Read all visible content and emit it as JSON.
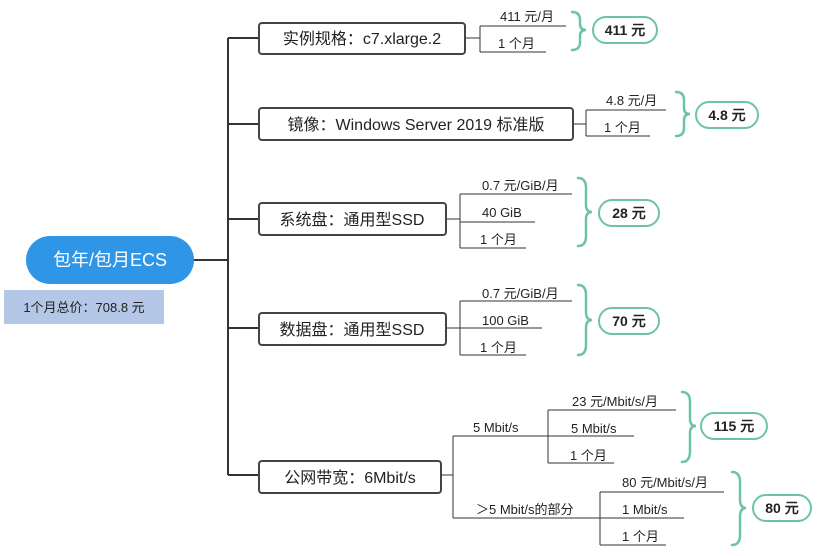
{
  "root": {
    "label": "包年/包月ECS"
  },
  "total": {
    "label": "1个月总价：708.8 元"
  },
  "colors": {
    "root_fill": "#2f95e6",
    "total_fill": "#b4c7e7",
    "brace": "#6cc4a4",
    "line": "#333333"
  },
  "items": [
    {
      "label": "实例规格：c7.xlarge.2",
      "factors": [
        "411 元/月",
        "1 个月"
      ],
      "result": "411 元"
    },
    {
      "label": "镜像：Windows Server 2019 标准版",
      "factors": [
        "4.8 元/月",
        "1 个月"
      ],
      "result": "4.8 元"
    },
    {
      "label": "系统盘：通用型SSD",
      "factors": [
        "0.7 元/GiB/月",
        "40 GiB",
        "1 个月"
      ],
      "result": "28 元"
    },
    {
      "label": "数据盘：通用型SSD",
      "factors": [
        "0.7 元/GiB/月",
        "100 GiB",
        "1 个月"
      ],
      "result": "70 元"
    },
    {
      "label": "公网带宽：6Mbit/s",
      "tiers": [
        {
          "label": "5 Mbit/s",
          "factors": [
            "23 元/Mbit/s/月",
            "5 Mbit/s",
            "1 个月"
          ],
          "result": "115 元"
        },
        {
          "label": "＞5 Mbit/s的部分",
          "factors": [
            "80 元/Mbit/s/月",
            "1 Mbit/s",
            "1 个月"
          ],
          "result": "80 元"
        }
      ]
    }
  ]
}
